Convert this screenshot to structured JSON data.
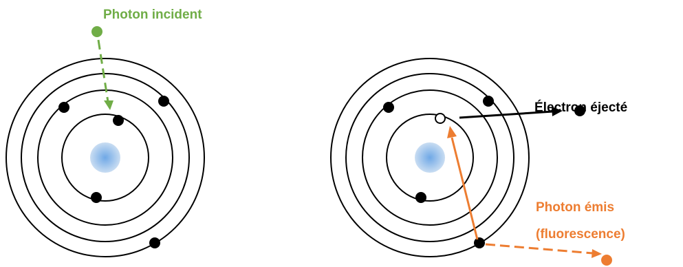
{
  "labels": {
    "photon_incident": "Photon incident",
    "electron_ejected": "Électron éjecté",
    "photon_emitted_line1": "Photon émis",
    "photon_emitted_line2": "(fluorescence)"
  },
  "colors": {
    "incident": "#70ad47",
    "emitted": "#ed7d31",
    "ejected": "#000000",
    "nucleus": "#9dc3e6",
    "electron": "#000000",
    "shell": "#000000"
  }
}
